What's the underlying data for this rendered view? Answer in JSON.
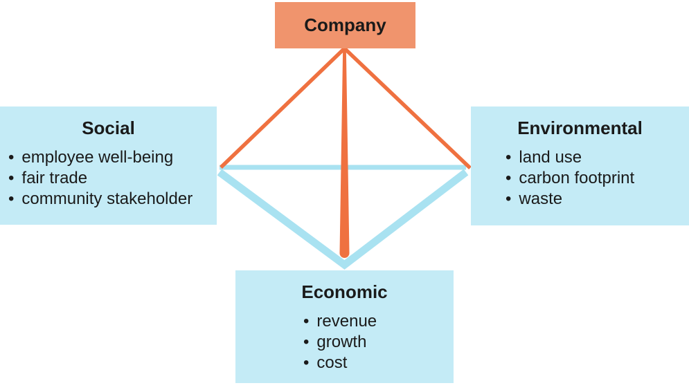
{
  "company": {
    "label": "Company"
  },
  "social": {
    "title": "Social",
    "items": [
      "employee well-being",
      "fair trade",
      "community stakeholder"
    ]
  },
  "environmental": {
    "title": "Environmental",
    "items": [
      "land use",
      "carbon footprint",
      "waste"
    ]
  },
  "economic": {
    "title": "Economic",
    "items": [
      "revenue",
      "growth",
      "cost"
    ]
  },
  "colors": {
    "company_fill": "#F0946D",
    "info_box_fill": "#C4EBF6",
    "orange_connector": "#EF7140",
    "blue_connector": "#A9E2F1",
    "text": "#1a1a1a"
  }
}
